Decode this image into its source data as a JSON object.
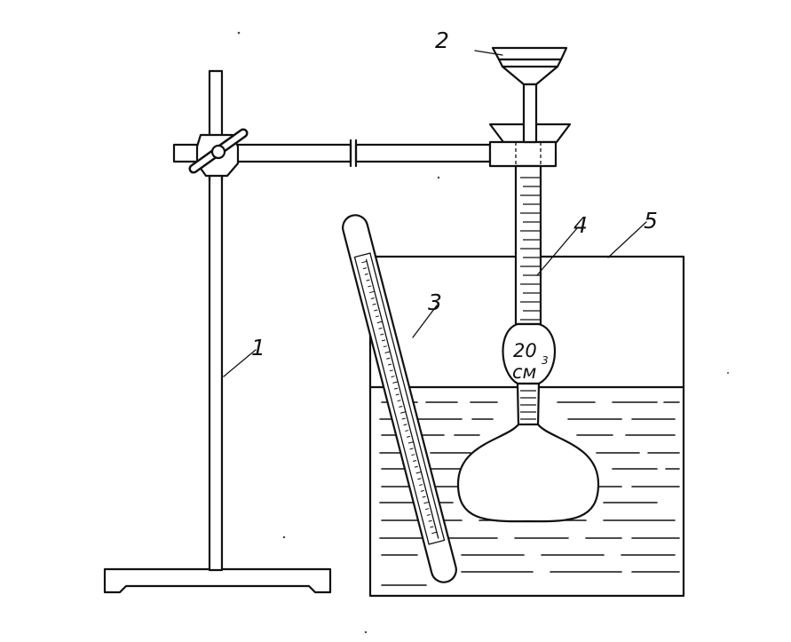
{
  "labels": {
    "stand": "1",
    "funnel": "2",
    "thermometer": "3",
    "pycnometer": "4",
    "bath": "5"
  },
  "flask_marking": {
    "volume": "20",
    "unit": "см",
    "power": "3"
  }
}
